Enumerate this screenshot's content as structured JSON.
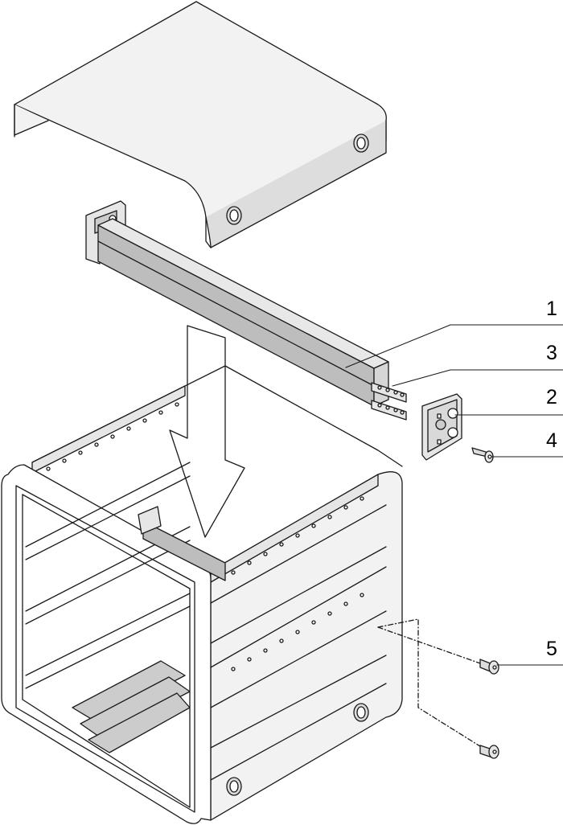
{
  "callouts": [
    {
      "id": "1",
      "label": "1"
    },
    {
      "id": "3",
      "label": "3"
    },
    {
      "id": "2",
      "label": "2"
    },
    {
      "id": "4",
      "label": "4"
    },
    {
      "id": "5",
      "label": "5"
    }
  ],
  "colors": {
    "line": "#1a1a1a",
    "panel_light": "#f2f2f2",
    "panel_mid": "#dcdcdc",
    "rail_fill": "#bdbdbd",
    "cutout": "#cccccc"
  }
}
